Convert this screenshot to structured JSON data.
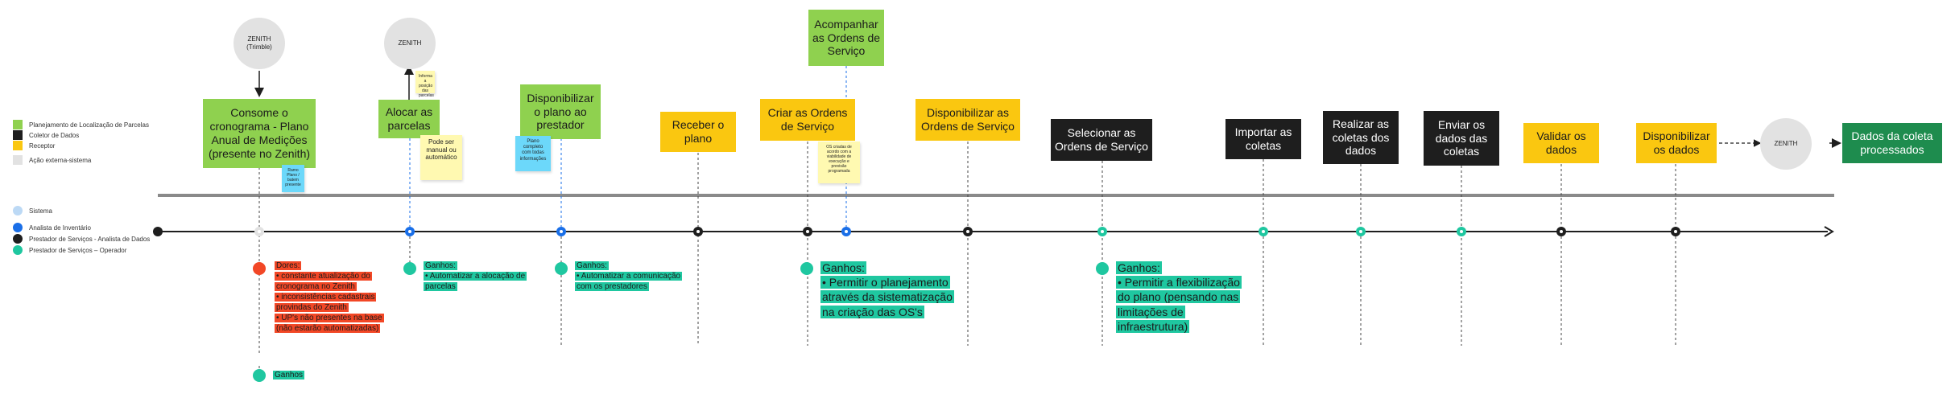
{
  "legend": {
    "items": [
      {
        "label": "Planejamento de Localização de Parcelas",
        "color": "#8fd14f"
      },
      {
        "label": "Coletor de Dados",
        "color": "#1e1e1e"
      },
      {
        "label": "Receptor",
        "color": "#fac710"
      },
      {
        "label": "Ação externa-sistema",
        "color": "#e2e2e2"
      }
    ],
    "actors": [
      {
        "label": "Sistema",
        "color": "#bcd9f5"
      },
      {
        "label": "Analista de Inventário",
        "color": "#1a6fe8"
      },
      {
        "label": "Prestador de Serviços - Analista de Dados",
        "color": "#1e1e1e"
      },
      {
        "label": "Prestador de Serviços – Operador",
        "color": "#1fc7a0"
      }
    ]
  },
  "systems": {
    "zenith_trimble": "ZENITH\n(Trimble)",
    "zenith_top": "ZENITH",
    "zenith_end": "ZENITH"
  },
  "steps": [
    {
      "label": "Consome o cronograma - Plano Anual de Medições (presente no Zenith)",
      "color": "green"
    },
    {
      "label": "Alocar as parcelas",
      "color": "green"
    },
    {
      "label": "Disponibilizar o plano ao prestador",
      "color": "green"
    },
    {
      "label": "Receber o plano",
      "color": "yellow"
    },
    {
      "label": "Criar as Ordens de Serviço",
      "color": "yellow"
    },
    {
      "label": "Acompanhar as Ordens de Serviço",
      "color": "green"
    },
    {
      "label": "Disponibilizar as Ordens de Serviço",
      "color": "yellow"
    },
    {
      "label": "Selecionar as Ordens de Serviço",
      "color": "black"
    },
    {
      "label": "Importar as coletas",
      "color": "black"
    },
    {
      "label": "Realizar as coletas dos dados",
      "color": "black"
    },
    {
      "label": "Enviar os dados das coletas",
      "color": "black"
    },
    {
      "label": "Validar os dados",
      "color": "yellow"
    },
    {
      "label": "Disponibilizar os dados",
      "color": "yellow"
    },
    {
      "label": "Dados da coleta processados",
      "color": "darkgreen"
    }
  ],
  "stickies": {
    "s1": "Ramo Plano / batem presente",
    "s2": "Informa a posição das parcelas",
    "s3": "Pode ser manual ou automático",
    "s4": "Plano completo com todas informações",
    "s5": "OS criadas de acordo com a viabilidade de execução e previsão programada"
  },
  "notes": {
    "dores_title": "Dores:",
    "dores": [
      "• constante atualização do",
      "cronograma no Zenith",
      "• inconsistências cadastrais",
      "provindas do Zenith",
      "• UP's não presentes na base",
      "(não estarão automatizadas)"
    ],
    "ganhos_bottom": "Ganhos",
    "ganho1_title": "Ganhos:",
    "ganho1": [
      "• Automatizar a alocação de",
      "parcelas"
    ],
    "ganho2_title": "Ganhos:",
    "ganho2": [
      "• Automatizar a comunicação",
      "com os prestadores"
    ],
    "ganho3_title": "Ganhos:",
    "ganho3": [
      "• Permitir o planejamento",
      "através da sistematização",
      "na criação das OS's"
    ],
    "ganho4_title": "Ganhos:",
    "ganho4": [
      "• Permitir a flexibilização",
      "do plano (pensando nas",
      "limitações de",
      "infraestrutura)"
    ]
  },
  "colors": {
    "analista_inventario": "#1a6fe8",
    "analista_dados": "#1e1e1e",
    "operador": "#1fc7a0",
    "sistema": "#bcd9f5",
    "dor": "#f24726"
  }
}
